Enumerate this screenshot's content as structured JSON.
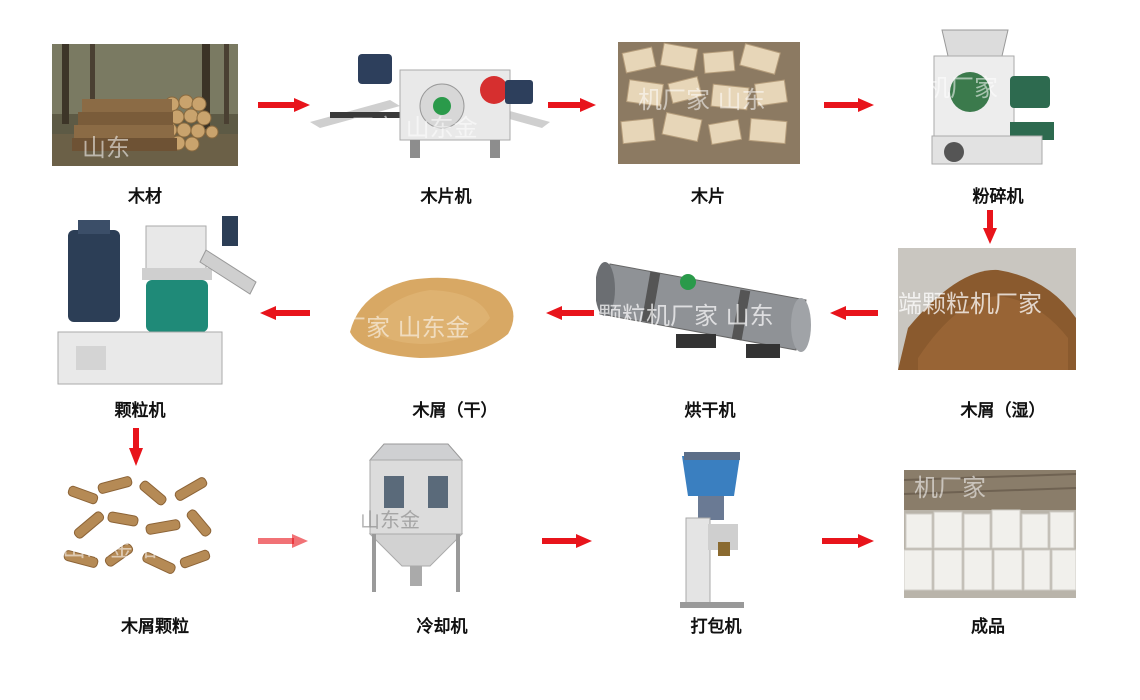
{
  "diagram": {
    "steps": [
      {
        "label": "木材"
      },
      {
        "label": "木片机"
      },
      {
        "label": "木片"
      },
      {
        "label": "粉碎机"
      },
      {
        "label": "木屑（湿）"
      },
      {
        "label": "烘干机"
      },
      {
        "label": "木屑（干）"
      },
      {
        "label": "颗粒机"
      },
      {
        "label": "木屑颗粒"
      },
      {
        "label": "冷却机"
      },
      {
        "label": "打包机"
      },
      {
        "label": "成品"
      }
    ],
    "arrow_color": "#e8141b"
  }
}
